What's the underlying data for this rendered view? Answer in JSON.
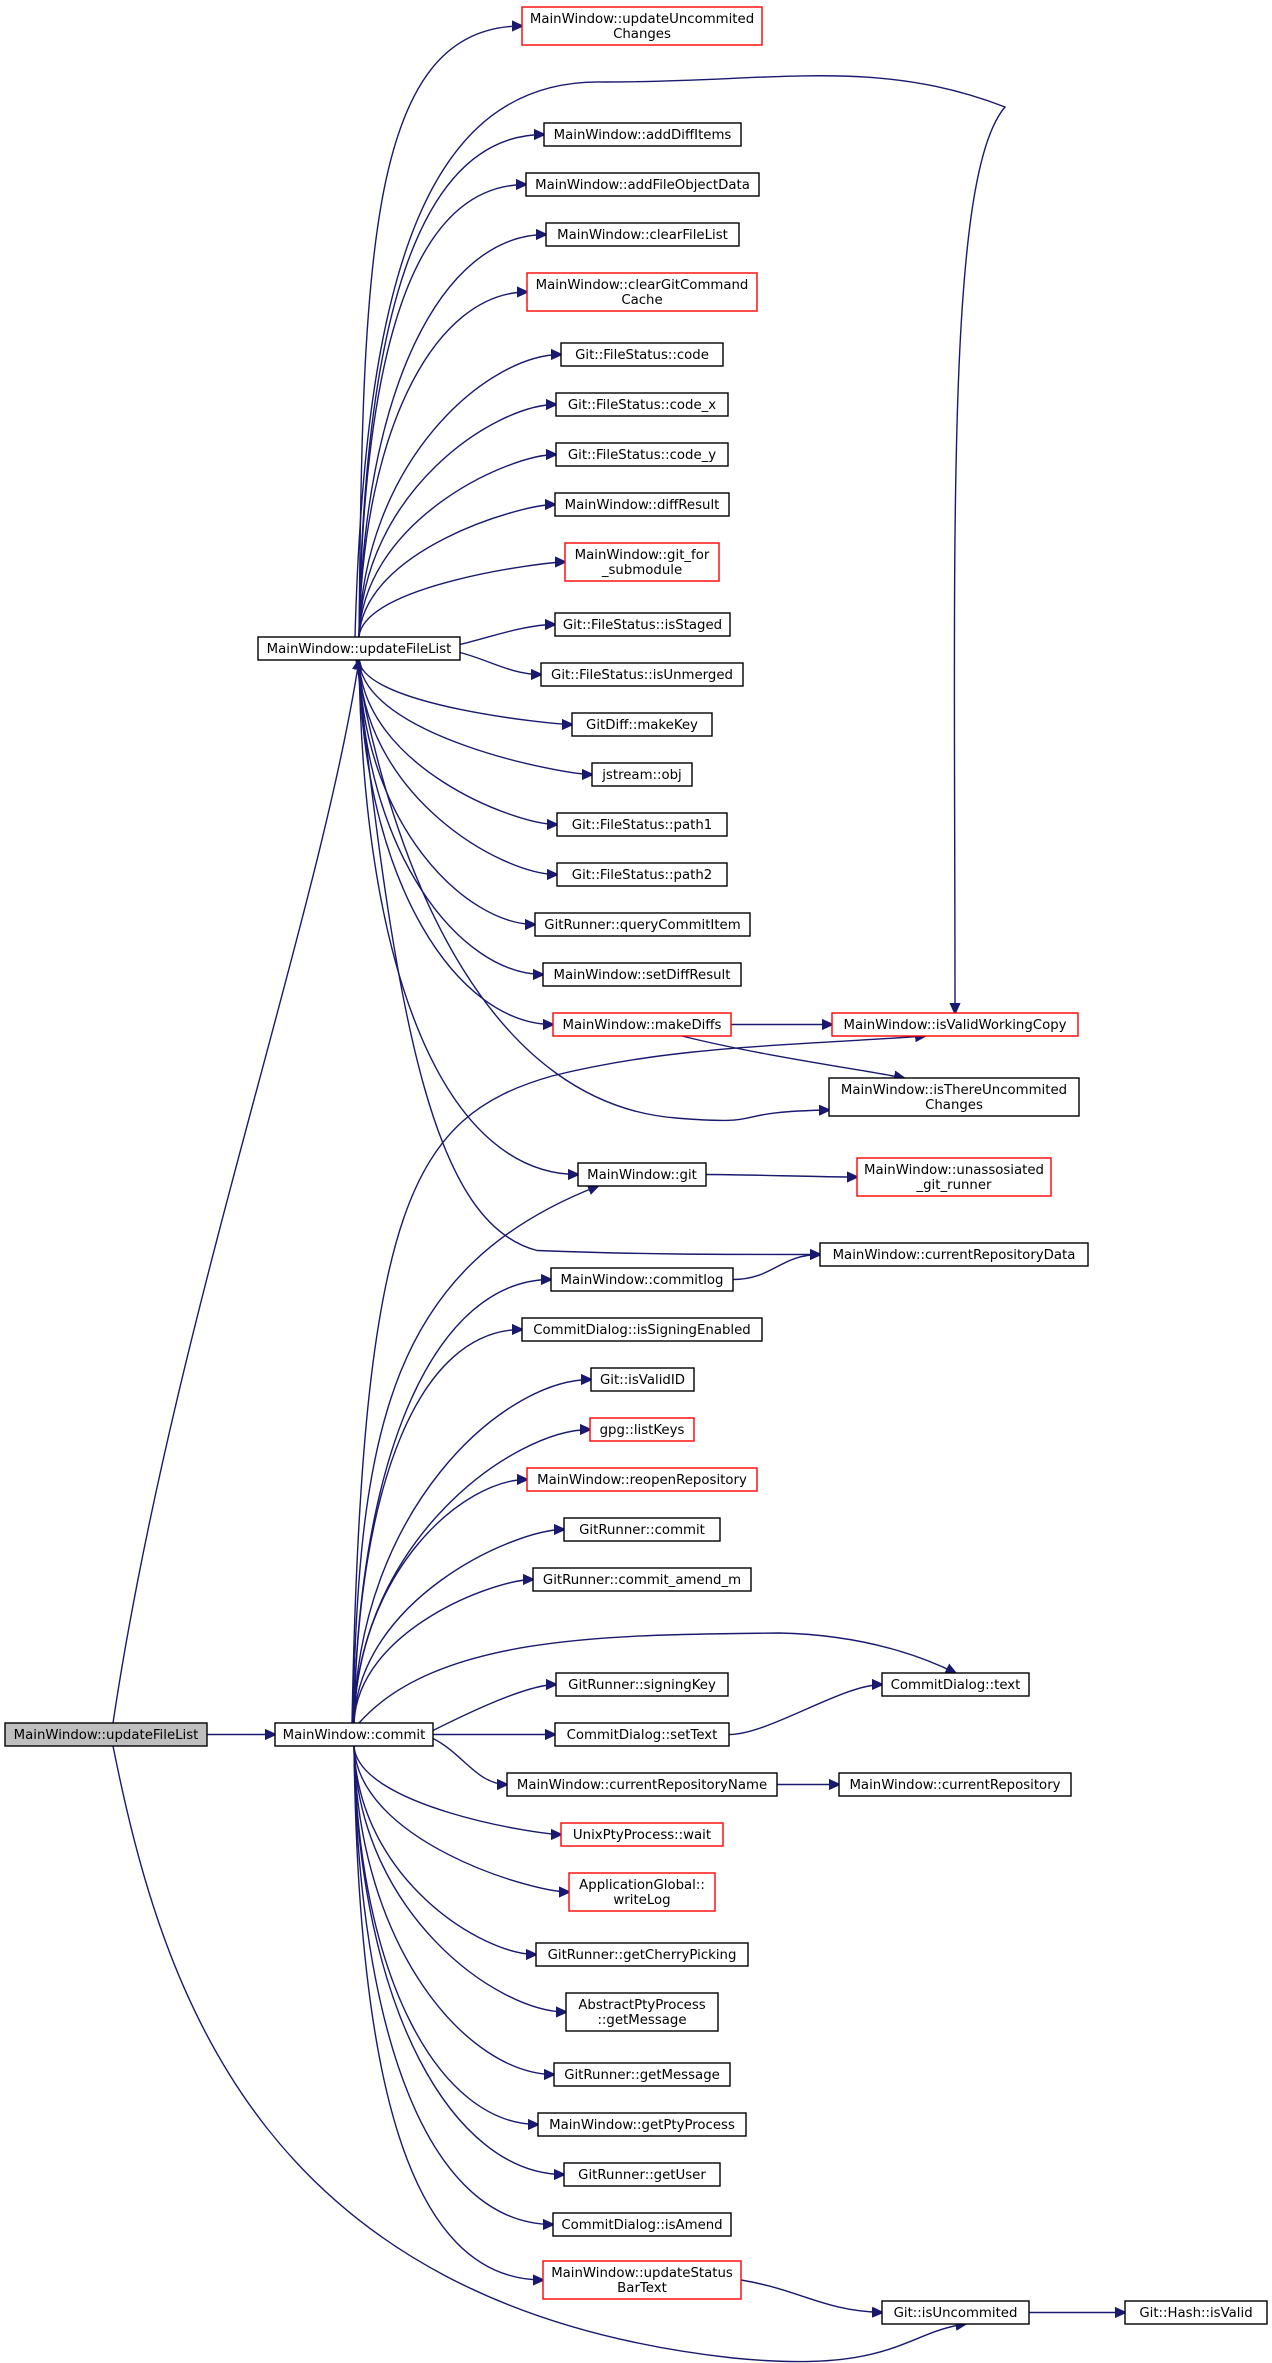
{
  "graph": {
    "nodes": [
      {
        "id": "root",
        "lines": [
          "MainWindow::updateFileList"
        ],
        "style": "root"
      },
      {
        "id": "ufl",
        "lines": [
          "MainWindow::updateFileList"
        ],
        "style": "normal"
      },
      {
        "id": "commit",
        "lines": [
          "MainWindow::commit"
        ],
        "style": "normal"
      },
      {
        "id": "isUncommited",
        "lines": [
          "Git::isUncommited"
        ],
        "style": "normal"
      },
      {
        "id": "updUncommited",
        "lines": [
          "MainWindow::updateUncommited",
          "Changes"
        ],
        "style": "red"
      },
      {
        "id": "addDiffItems",
        "lines": [
          "MainWindow::addDiffItems"
        ],
        "style": "normal"
      },
      {
        "id": "addFileObjectData",
        "lines": [
          "MainWindow::addFileObjectData"
        ],
        "style": "normal"
      },
      {
        "id": "clearFileList",
        "lines": [
          "MainWindow::clearFileList"
        ],
        "style": "normal"
      },
      {
        "id": "clearGitCommandCache",
        "lines": [
          "MainWindow::clearGitCommand",
          "Cache"
        ],
        "style": "red"
      },
      {
        "id": "fsCode",
        "lines": [
          "Git::FileStatus::code"
        ],
        "style": "normal"
      },
      {
        "id": "fsCodeX",
        "lines": [
          "Git::FileStatus::code_x"
        ],
        "style": "normal"
      },
      {
        "id": "fsCodeY",
        "lines": [
          "Git::FileStatus::code_y"
        ],
        "style": "normal"
      },
      {
        "id": "diffResult",
        "lines": [
          "MainWindow::diffResult"
        ],
        "style": "normal"
      },
      {
        "id": "gitForSubmodule",
        "lines": [
          "MainWindow::git_for",
          "_submodule"
        ],
        "style": "red"
      },
      {
        "id": "fsIsStaged",
        "lines": [
          "Git::FileStatus::isStaged"
        ],
        "style": "normal"
      },
      {
        "id": "fsIsUnmerged",
        "lines": [
          "Git::FileStatus::isUnmerged"
        ],
        "style": "normal"
      },
      {
        "id": "makeKey",
        "lines": [
          "GitDiff::makeKey"
        ],
        "style": "normal"
      },
      {
        "id": "jstreamObj",
        "lines": [
          "jstream::obj"
        ],
        "style": "normal"
      },
      {
        "id": "fsPath1",
        "lines": [
          "Git::FileStatus::path1"
        ],
        "style": "normal"
      },
      {
        "id": "fsPath2",
        "lines": [
          "Git::FileStatus::path2"
        ],
        "style": "normal"
      },
      {
        "id": "queryCommitItem",
        "lines": [
          "GitRunner::queryCommitItem"
        ],
        "style": "normal"
      },
      {
        "id": "setDiffResult",
        "lines": [
          "MainWindow::setDiffResult"
        ],
        "style": "normal"
      },
      {
        "id": "makeDiffs",
        "lines": [
          "MainWindow::makeDiffs"
        ],
        "style": "red"
      },
      {
        "id": "isValidWorkingCopy",
        "lines": [
          "MainWindow::isValidWorkingCopy"
        ],
        "style": "red"
      },
      {
        "id": "isThereUncommited",
        "lines": [
          "MainWindow::isThereUncommited",
          "Changes"
        ],
        "style": "normal"
      },
      {
        "id": "mwGit",
        "lines": [
          "MainWindow::git"
        ],
        "style": "normal"
      },
      {
        "id": "unassosiated",
        "lines": [
          "MainWindow::unassosiated",
          "_git_runner"
        ],
        "style": "red"
      },
      {
        "id": "currentRepositoryData",
        "lines": [
          "MainWindow::currentRepositoryData"
        ],
        "style": "normal"
      },
      {
        "id": "commitlog",
        "lines": [
          "MainWindow::commitlog"
        ],
        "style": "normal"
      },
      {
        "id": "isSigningEnabled",
        "lines": [
          "CommitDialog::isSigningEnabled"
        ],
        "style": "normal"
      },
      {
        "id": "isValidID",
        "lines": [
          "Git::isValidID"
        ],
        "style": "normal"
      },
      {
        "id": "listKeys",
        "lines": [
          "gpg::listKeys"
        ],
        "style": "red"
      },
      {
        "id": "reopenRepository",
        "lines": [
          "MainWindow::reopenRepository"
        ],
        "style": "red"
      },
      {
        "id": "grCommit",
        "lines": [
          "GitRunner::commit"
        ],
        "style": "normal"
      },
      {
        "id": "grCommitAmend",
        "lines": [
          "GitRunner::commit_amend_m"
        ],
        "style": "normal"
      },
      {
        "id": "cdText",
        "lines": [
          "CommitDialog::text"
        ],
        "style": "normal"
      },
      {
        "id": "signingKey",
        "lines": [
          "GitRunner::signingKey"
        ],
        "style": "normal"
      },
      {
        "id": "cdSetText",
        "lines": [
          "CommitDialog::setText"
        ],
        "style": "normal"
      },
      {
        "id": "currentRepositoryName",
        "lines": [
          "MainWindow::currentRepositoryName"
        ],
        "style": "normal"
      },
      {
        "id": "currentRepository",
        "lines": [
          "MainWindow::currentRepository"
        ],
        "style": "normal"
      },
      {
        "id": "unixWait",
        "lines": [
          "UnixPtyProcess::wait"
        ],
        "style": "red"
      },
      {
        "id": "writeLog",
        "lines": [
          "ApplicationGlobal::",
          "writeLog"
        ],
        "style": "red"
      },
      {
        "id": "getCherryPicking",
        "lines": [
          "GitRunner::getCherryPicking"
        ],
        "style": "normal"
      },
      {
        "id": "aptyGetMessage",
        "lines": [
          "AbstractPtyProcess",
          "::getMessage"
        ],
        "style": "normal"
      },
      {
        "id": "grGetMessage",
        "lines": [
          "GitRunner::getMessage"
        ],
        "style": "normal"
      },
      {
        "id": "getPtyProcess",
        "lines": [
          "MainWindow::getPtyProcess"
        ],
        "style": "normal"
      },
      {
        "id": "getUser",
        "lines": [
          "GitRunner::getUser"
        ],
        "style": "normal"
      },
      {
        "id": "isAmend",
        "lines": [
          "CommitDialog::isAmend"
        ],
        "style": "normal"
      },
      {
        "id": "updateStatusBarText",
        "lines": [
          "MainWindow::updateStatus",
          "BarText"
        ],
        "style": "red"
      },
      {
        "id": "hashIsValid",
        "lines": [
          "Git::Hash::isValid"
        ],
        "style": "normal"
      }
    ],
    "edges": [
      [
        "root",
        "ufl"
      ],
      [
        "root",
        "commit"
      ],
      [
        "root",
        "isUncommited"
      ],
      [
        "ufl",
        "updUncommited"
      ],
      [
        "ufl",
        "isValidWorkingCopy"
      ],
      [
        "ufl",
        "addDiffItems"
      ],
      [
        "ufl",
        "addFileObjectData"
      ],
      [
        "ufl",
        "clearFileList"
      ],
      [
        "ufl",
        "clearGitCommandCache"
      ],
      [
        "ufl",
        "fsCode"
      ],
      [
        "ufl",
        "fsCodeX"
      ],
      [
        "ufl",
        "fsCodeY"
      ],
      [
        "ufl",
        "diffResult"
      ],
      [
        "ufl",
        "gitForSubmodule"
      ],
      [
        "ufl",
        "fsIsStaged"
      ],
      [
        "ufl",
        "fsIsUnmerged"
      ],
      [
        "ufl",
        "makeKey"
      ],
      [
        "ufl",
        "jstreamObj"
      ],
      [
        "ufl",
        "fsPath1"
      ],
      [
        "ufl",
        "fsPath2"
      ],
      [
        "ufl",
        "queryCommitItem"
      ],
      [
        "ufl",
        "setDiffResult"
      ],
      [
        "ufl",
        "makeDiffs"
      ],
      [
        "ufl",
        "isThereUncommited"
      ],
      [
        "ufl",
        "mwGit"
      ],
      [
        "ufl",
        "currentRepositoryData"
      ],
      [
        "makeDiffs",
        "isValidWorkingCopy"
      ],
      [
        "makeDiffs",
        "isThereUncommited"
      ],
      [
        "mwGit",
        "unassosiated"
      ],
      [
        "commit",
        "isValidWorkingCopy"
      ],
      [
        "commit",
        "mwGit"
      ],
      [
        "commit",
        "commitlog"
      ],
      [
        "commit",
        "isSigningEnabled"
      ],
      [
        "commit",
        "isValidID"
      ],
      [
        "commit",
        "listKeys"
      ],
      [
        "commit",
        "reopenRepository"
      ],
      [
        "commit",
        "grCommit"
      ],
      [
        "commit",
        "grCommitAmend"
      ],
      [
        "commit",
        "cdText"
      ],
      [
        "commit",
        "signingKey"
      ],
      [
        "commit",
        "cdSetText"
      ],
      [
        "commit",
        "currentRepositoryName"
      ],
      [
        "commit",
        "unixWait"
      ],
      [
        "commit",
        "writeLog"
      ],
      [
        "commit",
        "getCherryPicking"
      ],
      [
        "commit",
        "aptyGetMessage"
      ],
      [
        "commit",
        "grGetMessage"
      ],
      [
        "commit",
        "getPtyProcess"
      ],
      [
        "commit",
        "getUser"
      ],
      [
        "commit",
        "isAmend"
      ],
      [
        "commit",
        "updateStatusBarText"
      ],
      [
        "commitlog",
        "currentRepositoryData"
      ],
      [
        "cdSetText",
        "cdText"
      ],
      [
        "currentRepositoryName",
        "currentRepository"
      ],
      [
        "updateStatusBarText",
        "isUncommited"
      ],
      [
        "isUncommited",
        "hashIsValid"
      ]
    ]
  }
}
